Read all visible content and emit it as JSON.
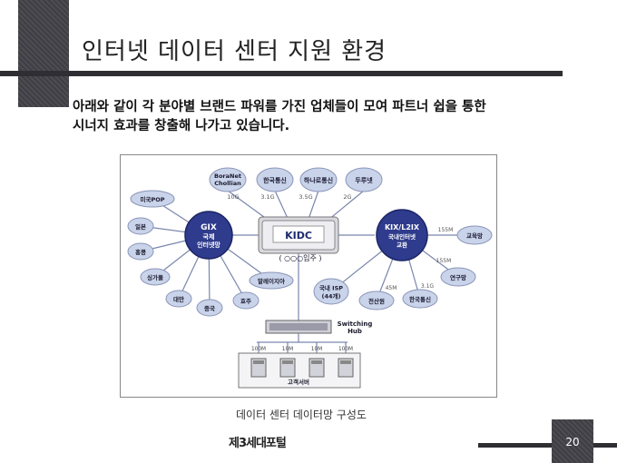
{
  "slide": {
    "title": "인터넷 데이터 센터 지원 환경",
    "body_line1": "아래와 같이 각 분야별 브랜드 파워를 가진 업체들이 모여 파트너 쉽을 통한",
    "body_line2": "시너지 효과를 창출해 나가고 있습니다.",
    "caption": "데이터 센터 데이터망 구성도",
    "footer_logo": "제3세대포털",
    "page_number": "20"
  },
  "diagram": {
    "center": {
      "label": "KIDC",
      "sublabel": "( ○○○입주 )"
    },
    "gix": {
      "label1": "GIX",
      "label2": "국제",
      "label3": "인터넷망"
    },
    "kix": {
      "label1": "KIX/L2IX",
      "label2": "국내인터넷",
      "label3": "교환"
    },
    "top_nodes": [
      {
        "label1": "BoraNet",
        "label2": "Chollian",
        "speed": "10G"
      },
      {
        "label1": "한국통신",
        "label2": "",
        "speed": "3.1G"
      },
      {
        "label1": "하나로통신",
        "label2": "",
        "speed": "3.5G"
      },
      {
        "label1": "두루넷",
        "label2": "",
        "speed": "2G"
      }
    ],
    "gix_nodes": [
      "미국POP",
      "일본",
      "홍콩",
      "싱가폴",
      "대만",
      "중국",
      "호주",
      "말레이지아"
    ],
    "kix_nodes": [
      {
        "label": "교육망",
        "speed": "155M"
      },
      {
        "label": "연구망",
        "speed": "155M"
      },
      {
        "label": "한국통신",
        "speed": "3.1G"
      },
      {
        "label": "전산원",
        "speed": "45M"
      },
      {
        "label": "국내 ISP\n(44개)",
        "speed": ""
      }
    ],
    "switch": {
      "label1": "Switching",
      "label2": "Hub"
    },
    "server_speeds": [
      "100M",
      "10M",
      "10M",
      "100M"
    ],
    "server_label": "고객서버",
    "colors": {
      "node_fill": "#c9d3ea",
      "node_stroke": "#8a96b8",
      "hub_fill": "#2f3b8c",
      "line": "#7a86ad",
      "text": "#1a1a2e"
    }
  }
}
